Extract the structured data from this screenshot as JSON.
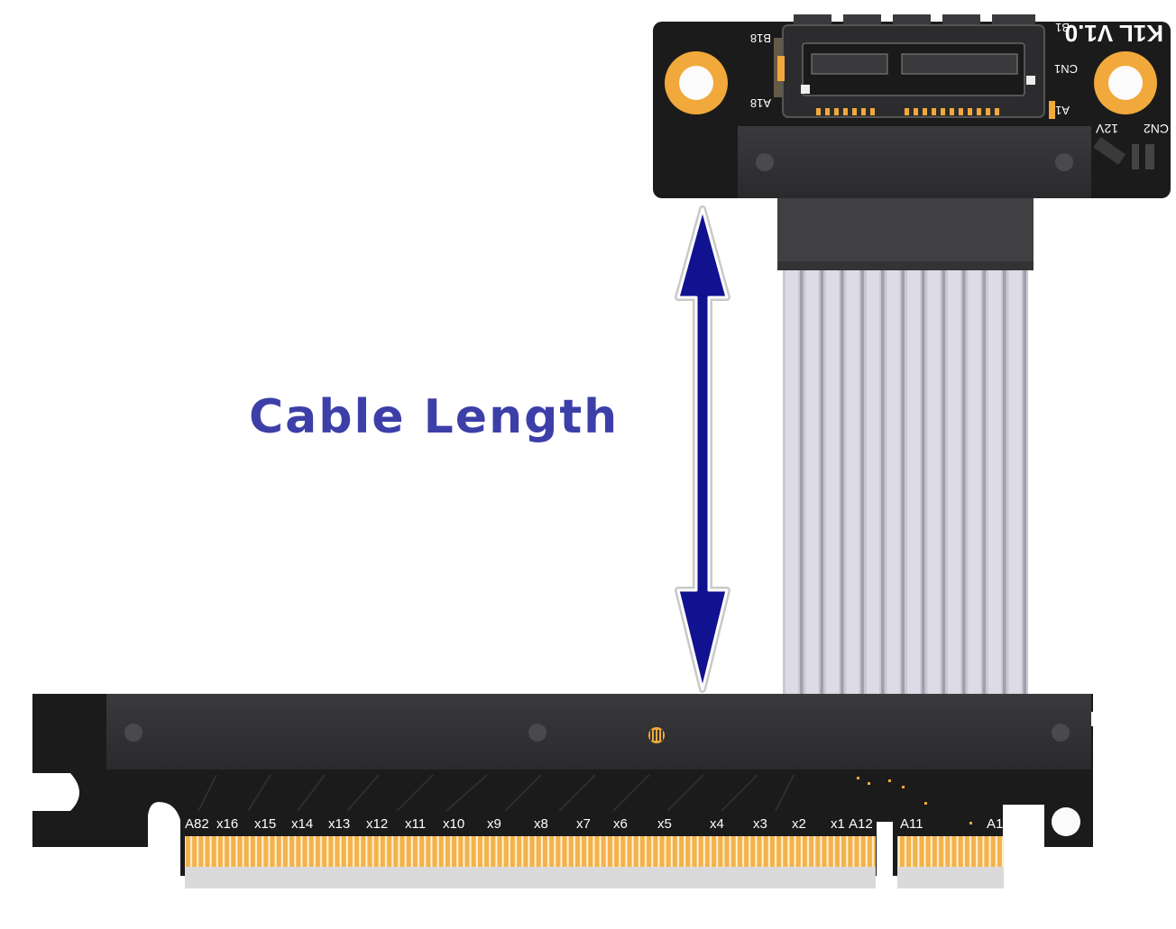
{
  "diagram": {
    "caption": "Cable Length",
    "caption_color": "#3d3fa8",
    "arrow_color": "#11128f",
    "pcb_color": "#1a1a1a",
    "gold_color": "#f3b24c",
    "ribbon_color": "#c7c6d2"
  },
  "top_board": {
    "version_label": "K1L V1.0",
    "pin_labels": [
      "B18",
      "A18",
      "B1",
      "CN1",
      "A1",
      "12V",
      "CN2"
    ]
  },
  "edge_connector": {
    "lane_labels": [
      "A82",
      "x16",
      "x15",
      "x14",
      "x13",
      "x12",
      "x11",
      "x10",
      "x9",
      "x8",
      "x7",
      "x6",
      "x5",
      "x4",
      "x3",
      "x2",
      "x1",
      "A12",
      "A11",
      "A1"
    ]
  }
}
